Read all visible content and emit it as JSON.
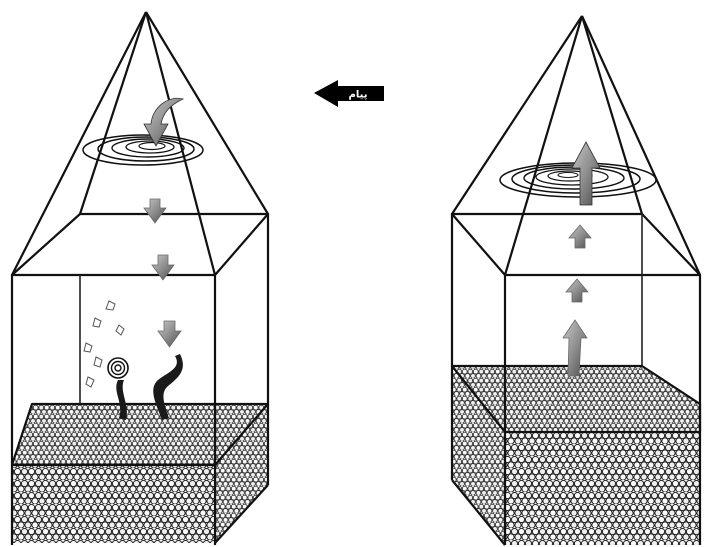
{
  "header_arrow": {
    "label": "پیام",
    "direction": "left"
  },
  "panels": [
    {
      "id": "left",
      "pyramid_vortex": "downward-spiral",
      "internal_arrows": "down",
      "features": [
        "droplets",
        "spiral-seed",
        "sprouts",
        "pebble-bed-full"
      ]
    },
    {
      "id": "right",
      "pyramid_vortex": "upward-spiral",
      "internal_arrows": "up",
      "features": [
        "pebble-bed-full"
      ]
    }
  ],
  "colors": {
    "line": "#111111",
    "arrow": "#8a8a8a",
    "pebble_fill": "#f4f4f4",
    "pebble_stroke": "#222222",
    "header_arrow": "#000000"
  }
}
